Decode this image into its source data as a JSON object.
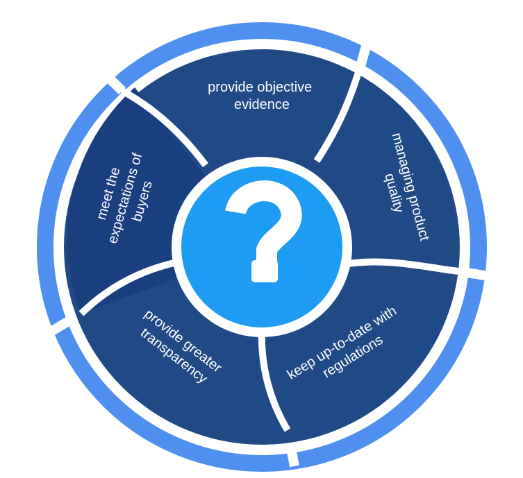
{
  "colors": {
    "outer_ring": "#4F8FF0",
    "segment_dark": "#1F4A85",
    "segment_navy": "#1A3F7F",
    "center_circle": "#1E9BF3",
    "icon_fill": "#ffffff",
    "text": "#ffffff",
    "gap": "#ffffff"
  },
  "center": {
    "icon": "question-mark-icon"
  },
  "segments": [
    {
      "id": "provide-objective-evidence",
      "lines": [
        "provide objective",
        "evidence"
      ]
    },
    {
      "id": "managing-product-quality",
      "lines": [
        "managing product",
        "quality"
      ]
    },
    {
      "id": "keep-up-to-date-with-regulations",
      "lines": [
        "keep up-to-date with",
        "regulations"
      ]
    },
    {
      "id": "provide-greater-transparency",
      "lines": [
        "provide greater",
        "transparency"
      ]
    },
    {
      "id": "meet-the-expectations-of-buyers",
      "lines": [
        "meet the",
        "expectations of",
        "buyers"
      ]
    }
  ]
}
